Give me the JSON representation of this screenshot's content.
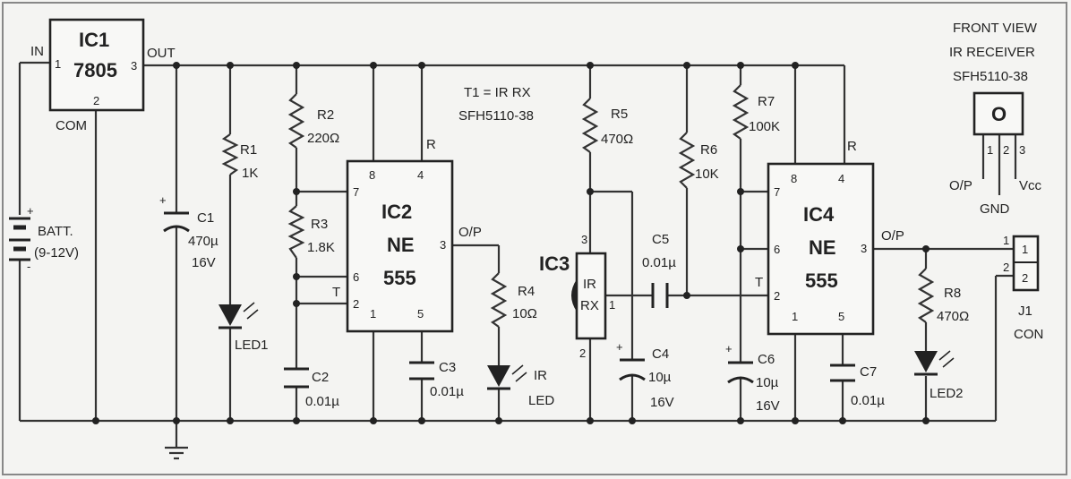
{
  "ic1": {
    "name": "IC1",
    "part": "7805",
    "in": "IN",
    "out": "OUT",
    "com": "COM",
    "pin_in": "1",
    "pin_out": "3",
    "pin_com": "2"
  },
  "batt": {
    "label": "BATT.",
    "voltage": "(9-12V)",
    "plus": "+",
    "minus": "-"
  },
  "c1": {
    "name": "C1",
    "value": "470µ",
    "voltage": "16V",
    "plus": "+"
  },
  "r1": {
    "name": "R1",
    "value": "1K"
  },
  "led1": {
    "name": "LED1"
  },
  "r2": {
    "name": "R2",
    "value": "220Ω"
  },
  "r3": {
    "name": "R3",
    "value": "1.8K"
  },
  "c2": {
    "name": "C2",
    "value": "0.01µ"
  },
  "ic2": {
    "name": "IC2",
    "line2": "NE",
    "line3": "555",
    "pin8": "8",
    "pin4": "4",
    "pin7": "7",
    "pin6": "6",
    "pin2": "2",
    "pin1": "1",
    "pin5": "5",
    "pin3": "3",
    "r": "R",
    "t": "T",
    "op": "O/P"
  },
  "c3": {
    "name": "C3",
    "value": "0.01µ"
  },
  "r4": {
    "name": "R4",
    "value": "10Ω"
  },
  "irled": {
    "line1": "IR",
    "line2": "LED"
  },
  "t1": {
    "line1": "T1 = IR RX",
    "line2": "SFH5110-38"
  },
  "r5": {
    "name": "R5",
    "value": "470Ω"
  },
  "ic3": {
    "name": "IC3",
    "line1": "IR",
    "line2": "RX",
    "pin3": "3",
    "pin1": "1",
    "pin2": "2"
  },
  "c4": {
    "name": "C4",
    "value": "10µ",
    "voltage": "16V",
    "plus": "+"
  },
  "c5": {
    "name": "C5",
    "value": "0.01µ"
  },
  "r6": {
    "name": "R6",
    "value": "10K"
  },
  "r7": {
    "name": "R7",
    "value": "100K"
  },
  "c6": {
    "name": "C6",
    "value": "10µ",
    "voltage": "16V",
    "plus": "+"
  },
  "ic4": {
    "name": "IC4",
    "line2": "NE",
    "line3": "555",
    "pin8": "8",
    "pin4": "4",
    "pin7": "7",
    "pin6": "6",
    "pin2": "2",
    "pin1": "1",
    "pin5": "5",
    "pin3": "3",
    "r": "R",
    "t": "T",
    "op": "O/P"
  },
  "c7": {
    "name": "C7",
    "value": "0.01µ"
  },
  "r8": {
    "name": "R8",
    "value": "470Ω"
  },
  "led2": {
    "name": "LED2"
  },
  "j1": {
    "name": "J1",
    "label": "CON",
    "pin1": "1",
    "pin2": "2"
  },
  "front": {
    "line1": "FRONT VIEW",
    "line2": "IR RECEIVER",
    "line3": "SFH5110-38",
    "lens": "O",
    "p1": "1",
    "p2": "2",
    "p3": "3",
    "op": "O/P",
    "gnd": "GND",
    "vcc": "Vcc"
  }
}
